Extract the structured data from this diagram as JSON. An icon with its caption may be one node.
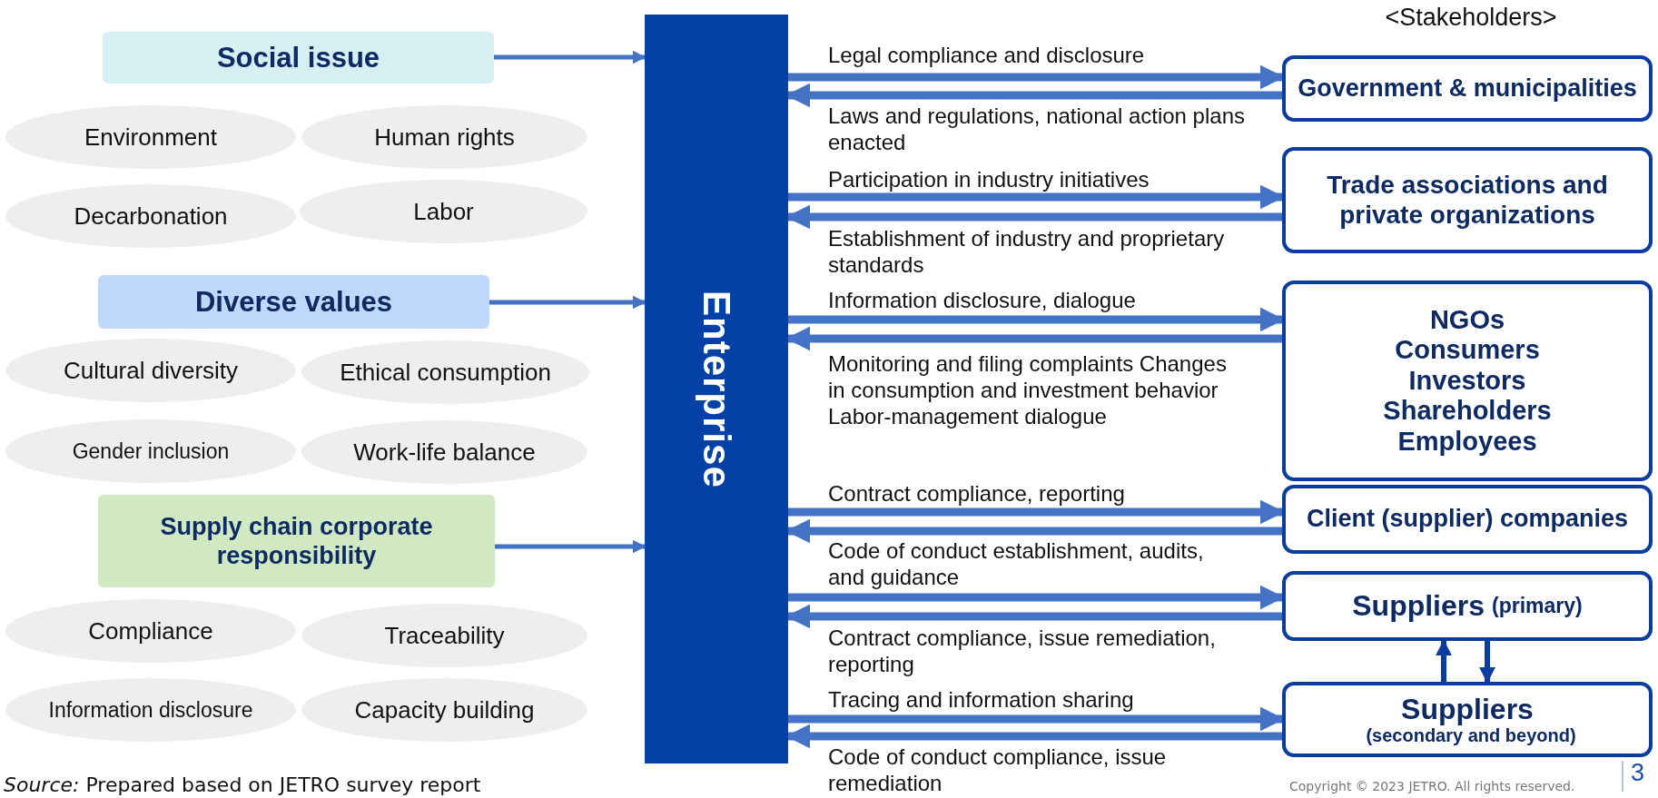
{
  "diagram": {
    "nodes": [
      {
        "text": [
          "Social issue"
        ]
      },
      {
        "text": [
          "Environment"
        ]
      },
      {
        "text": [
          "Human rights"
        ]
      },
      {
        "text": [
          "Decarbonation"
        ]
      },
      {
        "text": [
          "Labor"
        ]
      },
      {
        "text": [
          "Diverse values"
        ]
      },
      {
        "text": [
          "Cultural diversity"
        ]
      },
      {
        "text": [
          "Ethical consumption"
        ]
      },
      {
        "text": [
          "Gender inclusion"
        ]
      },
      {
        "text": [
          "Work-life balance"
        ]
      },
      {
        "text": [
          "Supply chain corporate responsibility"
        ]
      },
      {
        "text": [
          "Compliance"
        ]
      },
      {
        "text": [
          "Traceability"
        ]
      },
      {
        "text": [
          "Information disclosure"
        ]
      },
      {
        "text": [
          "Capacity building"
        ]
      },
      {
        "text": [
          "Enterprise"
        ]
      },
      {
        "text": [
          "Government & municipalities"
        ]
      },
      {
        "text": [
          "Trade associations and private organizations"
        ]
      },
      {
        "text": [
          "NGOs",
          "Consumers",
          "Investors",
          "Shareholders",
          "Employees"
        ]
      },
      {
        "text": [
          "Client (supplier) companies"
        ]
      },
      {
        "text": [
          "Suppliers",
          "(primary)"
        ]
      },
      {
        "text": [
          "Suppliers",
          "(secondary and beyond)"
        ]
      }
    ],
    "edges": [
      {
        "from": 0,
        "to": 15,
        "arrow": "to"
      },
      {
        "from": 5,
        "to": 15,
        "arrow": "to"
      },
      {
        "from": 10,
        "to": 15,
        "arrow": "to"
      },
      {
        "from": 15,
        "to": 16,
        "arrow": "to",
        "label": "Legal compliance and disclosure"
      },
      {
        "from": 16,
        "to": 15,
        "arrow": "to",
        "label": "Laws and regulations, national action plans enacted"
      },
      {
        "from": 15,
        "to": 17,
        "arrow": "to",
        "label": "Participation in industry initiatives"
      },
      {
        "from": 17,
        "to": 15,
        "arrow": "to",
        "label": "Establishment of industry and proprietary standards"
      },
      {
        "from": 15,
        "to": 18,
        "arrow": "to",
        "label": "Information disclosure, dialogue"
      },
      {
        "from": 18,
        "to": 15,
        "arrow": "to",
        "label": "Monitoring and filing complaints Changes in consumption and investment behavior Labor-management dialogue"
      },
      {
        "from": 15,
        "to": 19,
        "arrow": "to",
        "label": "Contract compliance, reporting"
      },
      {
        "from": 19,
        "to": 15,
        "arrow": "to"
      },
      {
        "from": 15,
        "to": 20,
        "arrow": "to",
        "label": "Code of conduct establishment, audits, and guidance"
      },
      {
        "from": 20,
        "to": 15,
        "arrow": "to",
        "label": "Contract compliance, issue remediation, reporting"
      },
      {
        "from": 15,
        "to": 21,
        "arrow": "to",
        "label": "Tracing and information sharing"
      },
      {
        "from": 21,
        "to": 15,
        "arrow": "to",
        "label": "Code of conduct compliance, issue remediation"
      },
      {
        "from": 21,
        "to": 20,
        "arrow": "to",
        "color": "#0b3d9e"
      },
      {
        "from": 20,
        "to": 21,
        "arrow": "to",
        "color": "#0b3d9e"
      }
    ],
    "labels": [
      "<Stakeholders>",
      "*Source:* Prepared based on JETRO survey report",
      "Copyright © 2023 JETRO. All rights reserved.",
      "3"
    ]
  }
}
